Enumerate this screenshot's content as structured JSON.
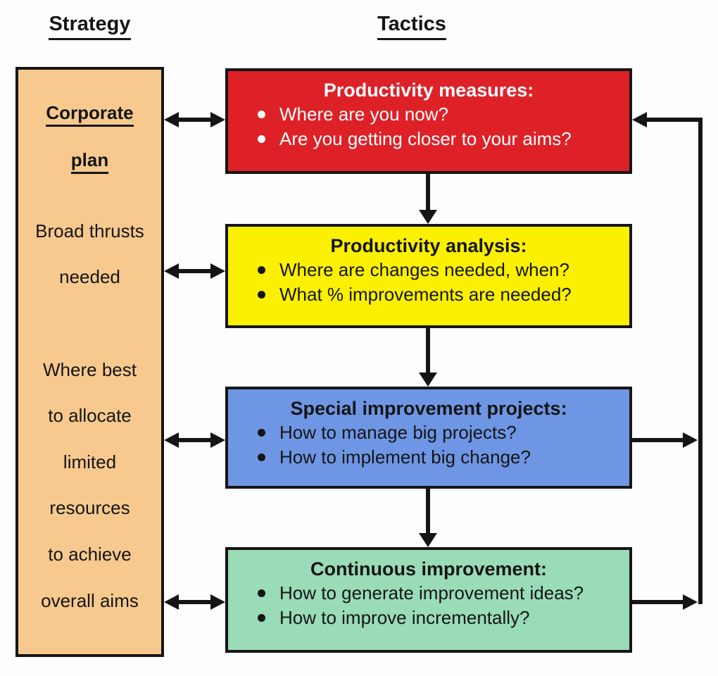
{
  "headers": {
    "strategy": "Strategy",
    "tactics": "Tactics"
  },
  "strategy_column": {
    "lines": [
      "Corporate",
      "plan",
      "Broad thrusts",
      "needed",
      "Where best",
      "to allocate",
      "limited",
      "resources",
      "to achieve",
      "overall aims"
    ]
  },
  "tactics_boxes": [
    {
      "title": "Productivity measures:",
      "bullets": [
        "Where are you now?",
        "Are you getting closer to your aims?"
      ]
    },
    {
      "title": "Productivity analysis:",
      "bullets": [
        "Where are changes needed, when?",
        "What % improvements are needed?"
      ]
    },
    {
      "title": "Special improvement projects:",
      "bullets": [
        "How to manage big projects?",
        "How to implement big change?"
      ]
    },
    {
      "title": "Continuous improvement:",
      "bullets": [
        "How to generate improvement ideas?",
        "How to improve incrementally?"
      ]
    }
  ],
  "connections": [
    "Corporate plan <-> Productivity measures (two-way arrow)",
    "Broad thrusts needed <-> Productivity analysis (two-way arrow)",
    "Resource allocation <-> Special improvement projects (two-way arrow)",
    "Overall aims <-> Continuous improvement (two-way arrow)",
    "Productivity measures -> Productivity analysis (down arrow)",
    "Productivity analysis -> Special improvement projects (down arrow)",
    "Special improvement projects -> Continuous improvement (down arrow)",
    "Special improvement projects -> feedback line (right arrow)",
    "Continuous improvement -> feedback line (right arrow)",
    "Feedback line -> Productivity measures (left arrow)"
  ],
  "colors": {
    "strategy_panel": "#f7c98e",
    "productivity_measures": "#de2127",
    "productivity_analysis": "#fbf000",
    "special_improvement_projects": "#6e96e4",
    "continuous_improvement": "#99dcb7",
    "line": "#151515",
    "measures_text": "#ffffff"
  }
}
